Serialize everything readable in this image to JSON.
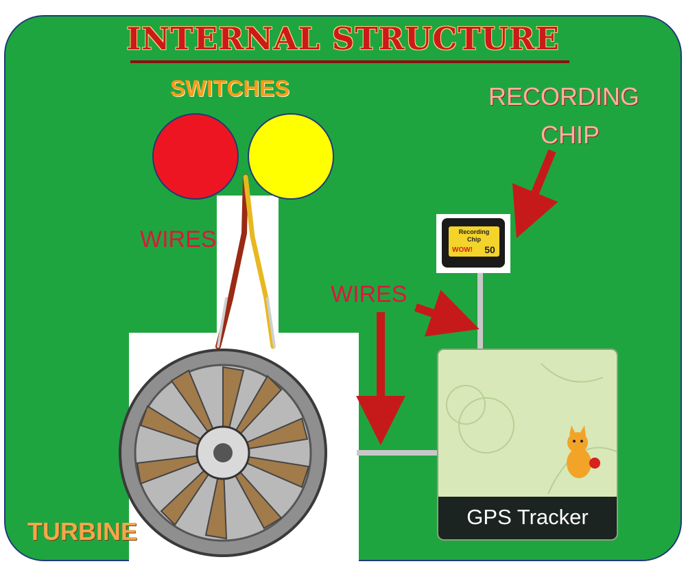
{
  "title": "INTERNAL STRUCTURE",
  "labels": {
    "switches": "SWITCHES",
    "recording_chip_line1": "RECORDING",
    "recording_chip_line2": "CHIP",
    "wires_left": "WIRES",
    "wires_right": "WIRES",
    "turbine": "TURBINE"
  },
  "chip_text": {
    "line1": "Recording",
    "line2": "Chip",
    "brand": "WOW!",
    "number": "50"
  },
  "tracker": {
    "label": "GPS Tracker"
  },
  "colors": {
    "background": "#1fa540",
    "switch_red": "#ee1522",
    "switch_yellow": "#ffff00",
    "arrow": "#c61a1a",
    "title": "#cc1a1a"
  }
}
